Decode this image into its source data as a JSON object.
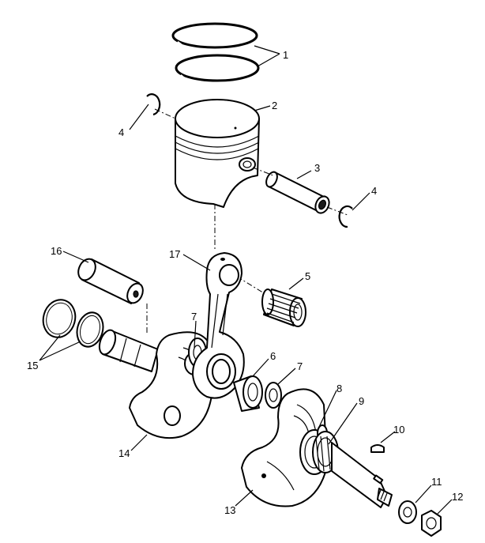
{
  "callouts": {
    "c1": "1",
    "c2": "2",
    "c3": "3",
    "c4a": "4",
    "c4b": "4",
    "c5": "5",
    "c6": "6",
    "c7a": "7",
    "c7b": "7",
    "c8": "8",
    "c9": "9",
    "c10": "10",
    "c11": "11",
    "c12": "12",
    "c13": "13",
    "c14": "14",
    "c15": "15",
    "c16": "16",
    "c17": "17"
  }
}
